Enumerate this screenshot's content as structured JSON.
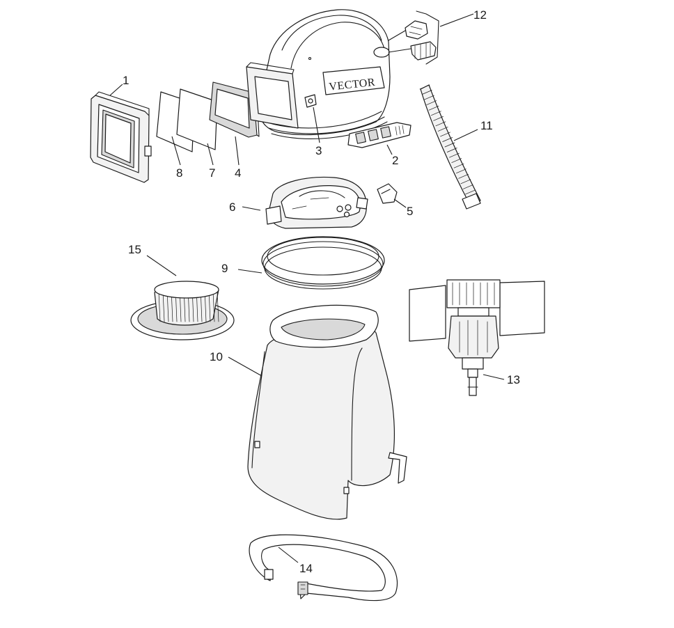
{
  "diagram": {
    "brand_text": "VECTOR",
    "callouts": [
      {
        "id": "1",
        "label": "1"
      },
      {
        "id": "2",
        "label": "2"
      },
      {
        "id": "3",
        "label": "3"
      },
      {
        "id": "4",
        "label": "4"
      },
      {
        "id": "5",
        "label": "5"
      },
      {
        "id": "6",
        "label": "6"
      },
      {
        "id": "7",
        "label": "7"
      },
      {
        "id": "8",
        "label": "8"
      },
      {
        "id": "9",
        "label": "9"
      },
      {
        "id": "10",
        "label": "10"
      },
      {
        "id": "11",
        "label": "11"
      },
      {
        "id": "12",
        "label": "12"
      },
      {
        "id": "13",
        "label": "13"
      },
      {
        "id": "14",
        "label": "14"
      },
      {
        "id": "15",
        "label": "15"
      }
    ]
  }
}
